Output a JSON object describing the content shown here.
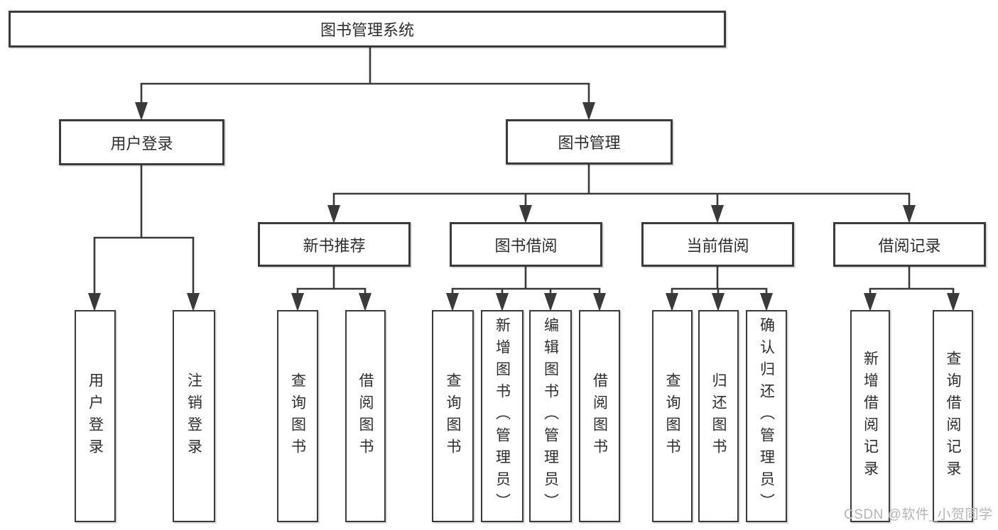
{
  "title": "图书管理系统",
  "colors": {
    "background": "#ffffff",
    "line": "#3a3a3a",
    "box_border": "#3a3a3a",
    "text": "#2d2d2d",
    "watermark": "#b4b4b4"
  },
  "watermark": {
    "text": "CSDN @软件_小贺同学"
  },
  "diagram": {
    "type": "hierarchy-flowchart",
    "nodes": [
      {
        "id": "root",
        "label": "图书管理系统",
        "level": 1,
        "parent": null,
        "text_direction": "horizontal"
      },
      {
        "id": "user-login",
        "label": "用户登录",
        "level": 2,
        "parent": "root",
        "text_direction": "horizontal"
      },
      {
        "id": "book-mgmt",
        "label": "图书管理",
        "level": 2,
        "parent": "root",
        "text_direction": "horizontal"
      },
      {
        "id": "new-book",
        "label": "新书推荐",
        "level": 3,
        "parent": "book-mgmt",
        "text_direction": "horizontal"
      },
      {
        "id": "book-borrow",
        "label": "图书借阅",
        "level": 3,
        "parent": "book-mgmt",
        "text_direction": "horizontal"
      },
      {
        "id": "current-borrow",
        "label": "当前借阅",
        "level": 3,
        "parent": "book-mgmt",
        "text_direction": "horizontal"
      },
      {
        "id": "borrow-record",
        "label": "借阅记录",
        "level": 3,
        "parent": "book-mgmt",
        "text_direction": "horizontal"
      },
      {
        "id": "leaf-user-login",
        "label": "用户登录",
        "level": 4,
        "parent": "user-login",
        "text_direction": "vertical"
      },
      {
        "id": "leaf-logout",
        "label": "注销登录",
        "level": 4,
        "parent": "user-login",
        "text_direction": "vertical"
      },
      {
        "id": "leaf-query-book-1",
        "label": "查询图书",
        "level": 4,
        "parent": "new-book",
        "text_direction": "vertical"
      },
      {
        "id": "leaf-borrow-book-1",
        "label": "借阅图书",
        "level": 4,
        "parent": "new-book",
        "text_direction": "vertical"
      },
      {
        "id": "leaf-query-book-2",
        "label": "查询图书",
        "level": 4,
        "parent": "book-borrow",
        "text_direction": "vertical"
      },
      {
        "id": "leaf-add-book",
        "label": "新增图书（管理员）",
        "level": 4,
        "parent": "book-borrow",
        "text_direction": "vertical"
      },
      {
        "id": "leaf-edit-book",
        "label": "编辑图书（管理员）",
        "level": 4,
        "parent": "book-borrow",
        "text_direction": "vertical"
      },
      {
        "id": "leaf-borrow-book-2",
        "label": "借阅图书",
        "level": 4,
        "parent": "book-borrow",
        "text_direction": "vertical"
      },
      {
        "id": "leaf-query-book-3",
        "label": "查询图书",
        "level": 4,
        "parent": "current-borrow",
        "text_direction": "vertical"
      },
      {
        "id": "leaf-return-book",
        "label": "归还图书",
        "level": 4,
        "parent": "current-borrow",
        "text_direction": "vertical"
      },
      {
        "id": "leaf-confirm-return",
        "label": "确认归还（管理员）",
        "level": 4,
        "parent": "current-borrow",
        "text_direction": "vertical"
      },
      {
        "id": "leaf-add-record",
        "label": "新增借阅记录",
        "level": 4,
        "parent": "borrow-record",
        "text_direction": "vertical"
      },
      {
        "id": "leaf-query-record",
        "label": "查询借阅记录",
        "level": 4,
        "parent": "borrow-record",
        "text_direction": "vertical"
      }
    ]
  }
}
